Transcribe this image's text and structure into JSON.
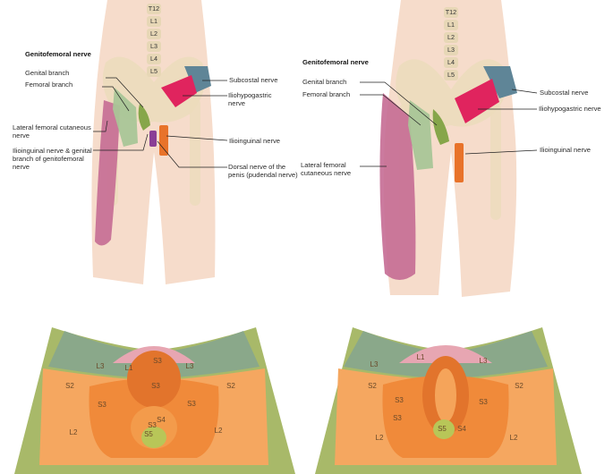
{
  "colors": {
    "skin": "#f6dccb",
    "bone": "#ecdcbc",
    "subcostal": "#5f8597",
    "iliohypogastric": "#e0245e",
    "ilioinguinal": "#e8732a",
    "genital_branch": "#86a64a",
    "femoral_branch": "#a9c597",
    "lateral_femoral_cutaneous": "#c56c93",
    "dorsal_penile": "#8a3f96",
    "derm_s2": "#f5a760",
    "derm_s3": "#f08a3a",
    "derm_l1": "#e7a6b2",
    "derm_l2": "#a8b969",
    "derm_l3": "#8aa88a",
    "derm_s5": "#b8c658"
  },
  "left_figure": {
    "vertebrae": [
      "T12",
      "L1",
      "L2",
      "L3",
      "L4",
      "L5"
    ],
    "labels": {
      "genitofemoral": "Genitofemoral nerve",
      "genital_branch": "Genital branch",
      "femoral_branch": "Femoral branch",
      "lateral_femoral": "Lateral femoral cutaneous nerve",
      "ilioinguinal_genital": "Ilioinguinal nerve & genital branch of genitofemoral nerve",
      "subcostal": "Subcostal nerve",
      "iliohypogastric": "Iliohypogastric nerve",
      "ilioinguinal": "Ilioinguinal nerve",
      "dorsal_nerve": "Dorsal nerve of the penis (pudendal nerve)"
    }
  },
  "right_figure": {
    "vertebrae": [
      "T12",
      "L1",
      "L2",
      "L3",
      "L4",
      "L5"
    ],
    "labels": {
      "genitofemoral": "Genitofemoral nerve",
      "genital_branch": "Genital branch",
      "femoral_branch": "Femoral branch",
      "subcostal": "Subcostal nerve",
      "iliohypogastric": "Iliohypogastric nerve",
      "ilioinguinal": "Ilioinguinal nerve",
      "lateral_femoral": "Lateral femoral cutaneous nerve"
    }
  },
  "male_perineum": {
    "labels": [
      "L3",
      "L1",
      "S3",
      "L3",
      "S2",
      "S3",
      "S2",
      "S3",
      "S3",
      "S4",
      "S3",
      "S5",
      "L2",
      "L2"
    ]
  },
  "female_perineum": {
    "labels": [
      "L3",
      "L1",
      "L3",
      "S2",
      "S3",
      "S3",
      "S2",
      "S3",
      "S4",
      "S5",
      "L2",
      "L2"
    ]
  }
}
